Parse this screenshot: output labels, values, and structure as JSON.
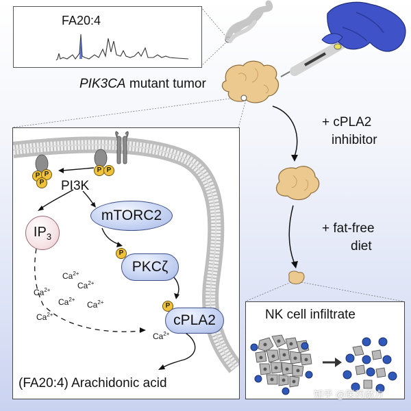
{
  "spectrum": {
    "label": "FA20:4"
  },
  "tumor_label": {
    "gene": "PIK3CA",
    "rest": " mutant tumor"
  },
  "treatment1": {
    "line1": "+ cPLA2",
    "line2": "inhibitor"
  },
  "treatment2": {
    "line1": "+ fat-free",
    "line2": "diet"
  },
  "pathway": {
    "pi3k": "PI3K",
    "mtorc2": "mTORC2",
    "ip3_main": "IP",
    "ip3_sub": "3",
    "pkc": "PKCζ",
    "cpla2": "cPLA2",
    "phospho": "P",
    "calcium_base": "Ca",
    "calcium_charge": "2+"
  },
  "product": "(FA20:4) Arachidonic acid",
  "nk": {
    "title": "NK cell infiltrate"
  },
  "watermark": "知乎 @医药魔方",
  "colors": {
    "tumor": "#ecc98e",
    "tumor_outline": "#8a6a3a",
    "glove": "#3f52c8",
    "pill_fill": "#c7d4f3",
    "phospho": "#f0c23b",
    "nk_cell": "#2f58b8",
    "tumor_cell": "#b8b8b8"
  }
}
